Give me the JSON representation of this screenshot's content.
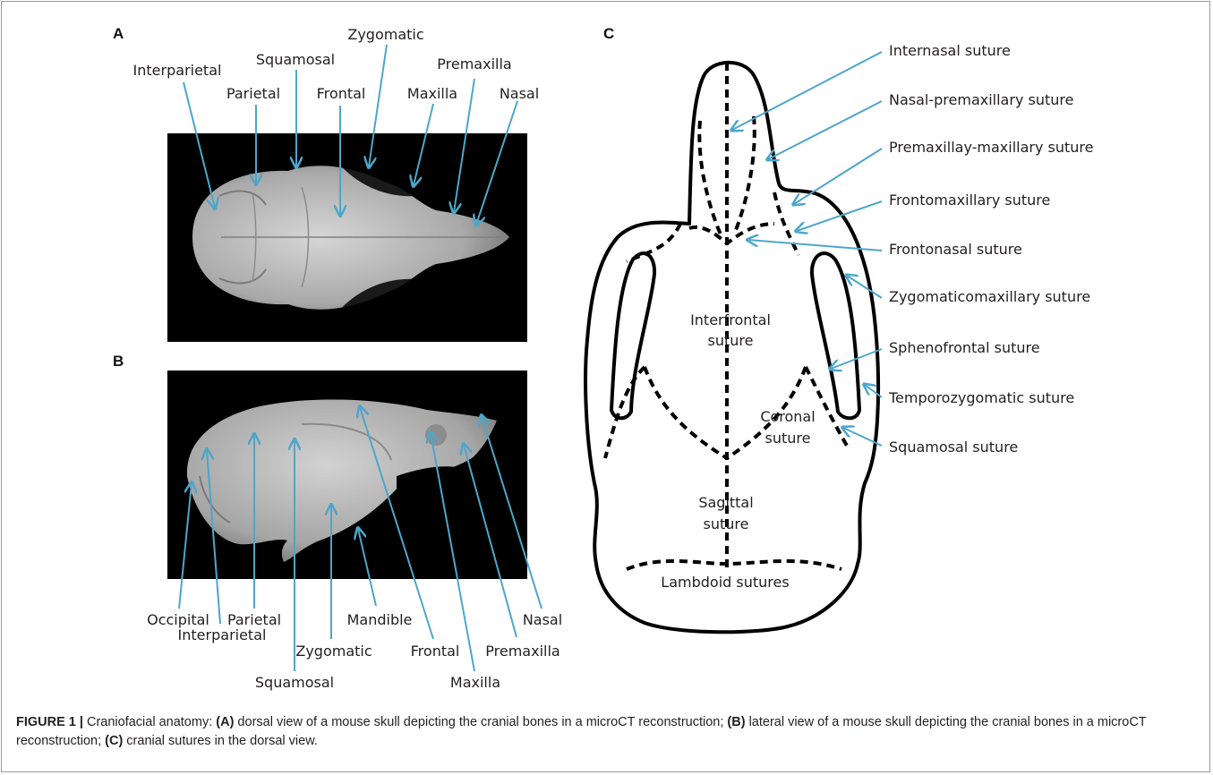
{
  "panels": {
    "a": "A",
    "b": "B",
    "c": "C"
  },
  "panel_a_labels": {
    "interparietal": "Interparietal",
    "squamosal": "Squamosal",
    "zygomatic": "Zygomatic",
    "parietal": "Parietal",
    "frontal": "Frontal",
    "maxilla": "Maxilla",
    "premaxilla": "Premaxilla",
    "nasal": "Nasal"
  },
  "panel_b_labels": {
    "occipital": "Occipital",
    "parietal": "Parietal",
    "interparietal": "Interparietal",
    "squamosal": "Squamosal",
    "zygomatic": "Zygomatic",
    "mandible": "Mandible",
    "frontal": "Frontal",
    "maxilla": "Maxilla",
    "premaxilla": "Premaxilla",
    "nasal": "Nasal"
  },
  "panel_c_labels": {
    "internasal": "Internasal suture",
    "nasal_premaxillary": "Nasal-premaxillary suture",
    "premaxillay_maxillary": "Premaxillay-maxillary suture",
    "frontomaxillary": "Frontomaxillary suture",
    "frontonasal": "Frontonasal suture",
    "zygomaticomaxillary": "Zygomaticomaxillary suture",
    "sphenofrontal": "Sphenofrontal suture",
    "temporozygomatic": "Temporozygomatic suture",
    "squamosal": "Squamosal suture",
    "interfrontal_1": "Interfrontal",
    "interfrontal_2": "suture",
    "coronal_1": "Coronal",
    "coronal_2": "suture",
    "sagittal_1": "Sagittal",
    "sagittal_2": "suture",
    "lambdoid": "Lambdoid sutures"
  },
  "caption": {
    "figure_label": "FIGURE 1 |",
    "intro": " Craniofacial anatomy: ",
    "a_tag": "(A)",
    "a_text": " dorsal view of a mouse skull depicting the cranial bones in a microCT reconstruction; ",
    "b_tag": "(B)",
    "b_text": " lateral view of a mouse skull depicting the cranial bones in a microCT reconstruction; ",
    "c_tag": "(C)",
    "c_text": " cranial sutures in the dorsal view."
  },
  "colors": {
    "arrow": "#4ea6c9",
    "outline": "#000000",
    "photo_bg": "#000000",
    "bone": "#b8b8b8"
  }
}
